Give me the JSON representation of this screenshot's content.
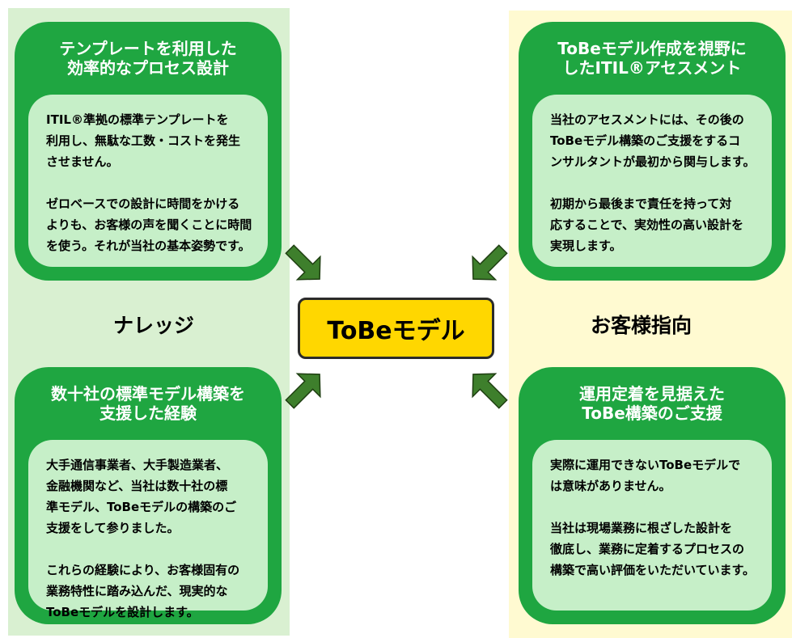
{
  "colors": {
    "left_panel": "#d9f0d1",
    "right_panel": "#fffad1",
    "card_green": "#1fa641",
    "card_body": "#c6efc8",
    "center_box": "#ffd700",
    "arrow": "#3e7f2c"
  },
  "center": {
    "label": "ToBeモデル"
  },
  "left_label": "ナレッジ",
  "right_label": "お客様指向",
  "cards": {
    "top_left": {
      "title": "テンプレートを利用した\n効率的なプロセス設計",
      "body": "ITIL®準拠の標準テンプレートを\n利用し、無駄な工数・コストを発生\nさせません。\n\nゼロベースでの設計に時間をかける\nよりも、お客様の声を聞くことに時間\nを使う。それが当社の基本姿勢です。"
    },
    "top_right": {
      "title": "ToBeモデル作成を視野に\nしたITIL®アセスメント",
      "body": "当社のアセスメントには、その後の\nToBeモデル構築のご支援をするコ\nンサルタントが最初から関与します。\n\n初期から最後まで責任を持って対\n応することで、実効性の高い設計を\n実現します。"
    },
    "bottom_left": {
      "title": "数十社の標準モデル構築を\n支援した経験",
      "body": "大手通信事業者、大手製造業者、\n金融機関など、当社は数十社の標\n準モデル、ToBeモデルの構築のご\n支援をして参りました。\n\nこれらの経験により、お客様固有の\n業務特性に踏み込んだ、現実的な\nToBeモデルを設計します。"
    },
    "bottom_right": {
      "title": "運用定着を見据えた\nToBe構築のご支援",
      "body": "実際に運用できないToBeモデルで\nは意味がありません。\n\n当社は現場業務に根ざした設計を\n徹底し、業務に定着するプロセスの\n構築で高い評価をいただいています。"
    }
  }
}
